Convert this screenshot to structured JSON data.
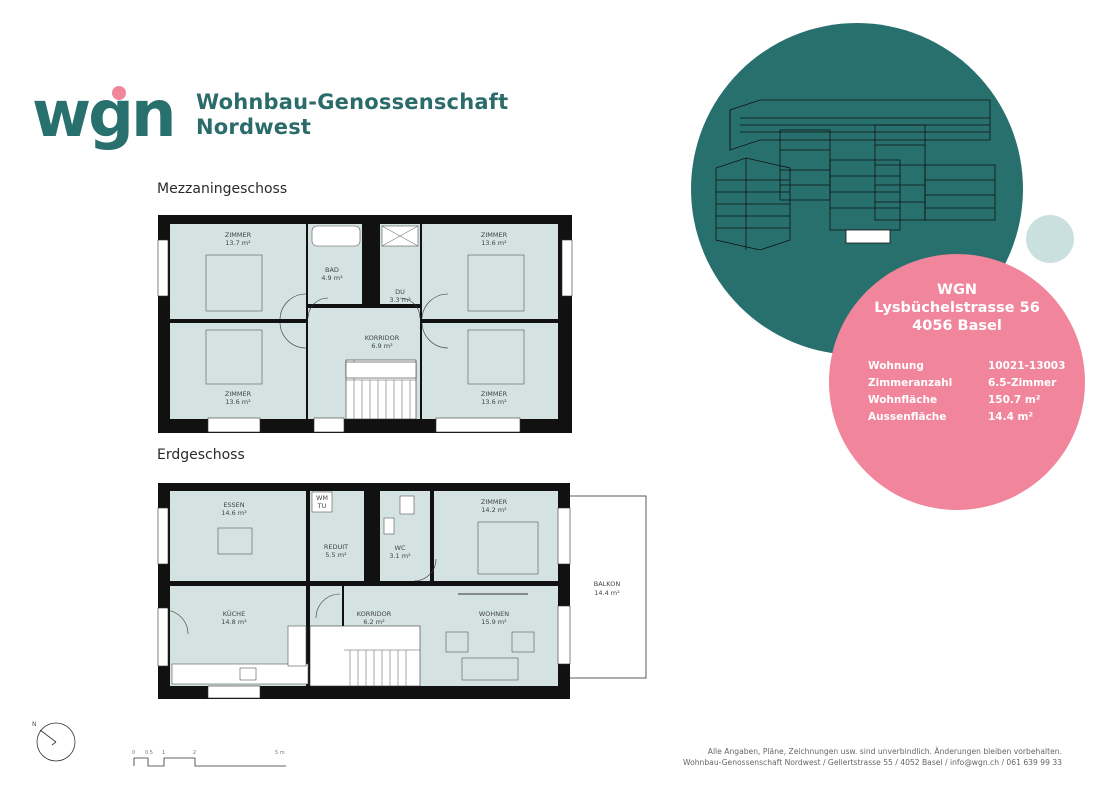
{
  "organization": {
    "logo_text": "wgn",
    "name_line1": "Wohnbau-Genossenschaft",
    "name_line2": "Nordwest"
  },
  "colors": {
    "brand_teal": "#27706e",
    "brand_pink": "#f0859b",
    "room_fill": "#d4e3e2",
    "wall": "#111111"
  },
  "floors": {
    "mezzanine": {
      "title": "Mezzaningeschoss",
      "rooms": [
        {
          "name": "ZIMMER",
          "area": "13.7 m²"
        },
        {
          "name": "BAD",
          "area": "4.9 m²"
        },
        {
          "name": "DU",
          "area": "3.3 m²"
        },
        {
          "name": "ZIMMER",
          "area": "13.6 m²"
        },
        {
          "name": "KORRIDOR",
          "area": "6.9 m²"
        },
        {
          "name": "ZIMMER",
          "area": "13.6 m²"
        },
        {
          "name": "ZIMMER",
          "area": "13.6 m²"
        }
      ]
    },
    "ground": {
      "title": "Erdgeschoss",
      "rooms": [
        {
          "name": "ESSEN",
          "area": "14.6 m²"
        },
        {
          "name": "REDUIT",
          "area": "5.5 m²"
        },
        {
          "name": "WC",
          "area": "3.1 m²"
        },
        {
          "name": "ZIMMER",
          "area": "14.2 m²"
        },
        {
          "name": "KÜCHE",
          "area": "14.8 m²"
        },
        {
          "name": "KORRIDOR",
          "area": "6.2 m²"
        },
        {
          "name": "WOHNEN",
          "area": "15.9 m²"
        },
        {
          "name": "BALKON",
          "area": "14.4 m²"
        }
      ],
      "wm_label_1": "WM",
      "wm_label_2": "TU"
    }
  },
  "info": {
    "name": "WGN",
    "street": "Lysbüchelstrasse 56",
    "city": "4056 Basel",
    "rows": [
      {
        "label": "Wohnung",
        "value": "10021-13003"
      },
      {
        "label": "Zimmeranzahl",
        "value": "6.5-Zimmer"
      },
      {
        "label": "Wohnfläche",
        "value": "150.7 m²"
      },
      {
        "label": "Aussenfläche",
        "value": "14.4 m²"
      }
    ]
  },
  "north_label": "N",
  "scale": {
    "labels": [
      "0",
      "0.5",
      "1",
      "2",
      "5 m"
    ]
  },
  "footer": {
    "line1": "Alle Angaben, Pläne, Zeichnungen usw. sind unverbindlich. Änderungen bleiben vorbehalten.",
    "line2": "Wohnbau-Genossenschaft Nordwest / Gellertstrasse 55 / 4052 Basel / info@wgn.ch / 061 639 99 33"
  }
}
